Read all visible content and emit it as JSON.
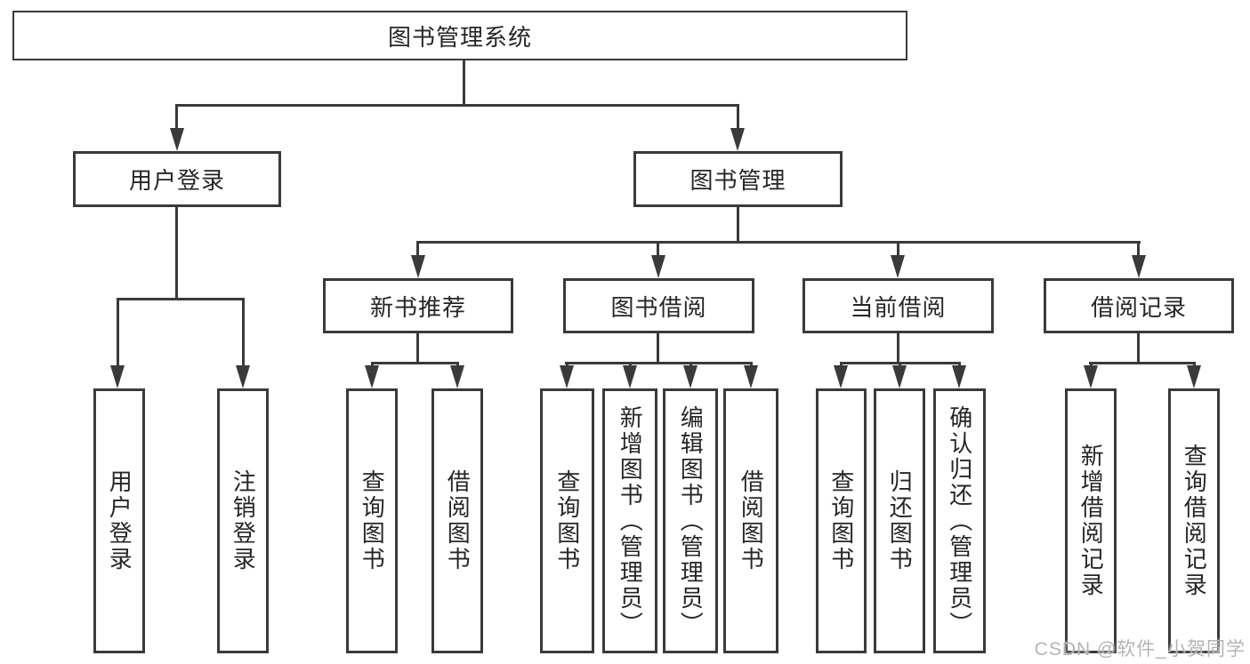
{
  "diagram": {
    "root": {
      "label": "图书管理系统"
    },
    "level2": [
      {
        "label": "用户登录"
      },
      {
        "label": "图书管理"
      }
    ],
    "level3": [
      {
        "label": "新书推荐"
      },
      {
        "label": "图书借阅"
      },
      {
        "label": "当前借阅"
      },
      {
        "label": "借阅记录"
      }
    ],
    "level4": [
      {
        "label": "用户登录"
      },
      {
        "label": "注销登录"
      },
      {
        "label": "查询图书"
      },
      {
        "label": "借阅图书"
      },
      {
        "label": "查询图书"
      },
      {
        "label": "新增图书（管理员）"
      },
      {
        "label": "编辑图书（管理员）"
      },
      {
        "label": "借阅图书"
      },
      {
        "label": "查询图书"
      },
      {
        "label": "归还图书"
      },
      {
        "label": "确认归还（管理员）"
      },
      {
        "label": "新增借阅记录"
      },
      {
        "label": "查询借阅记录"
      }
    ],
    "watermark": "CSDN @软件_小贺同学",
    "colors": {
      "line": "#3a3a3a",
      "text": "#262626",
      "background": "#ffffff",
      "watermark": "#b4b4b4"
    }
  }
}
